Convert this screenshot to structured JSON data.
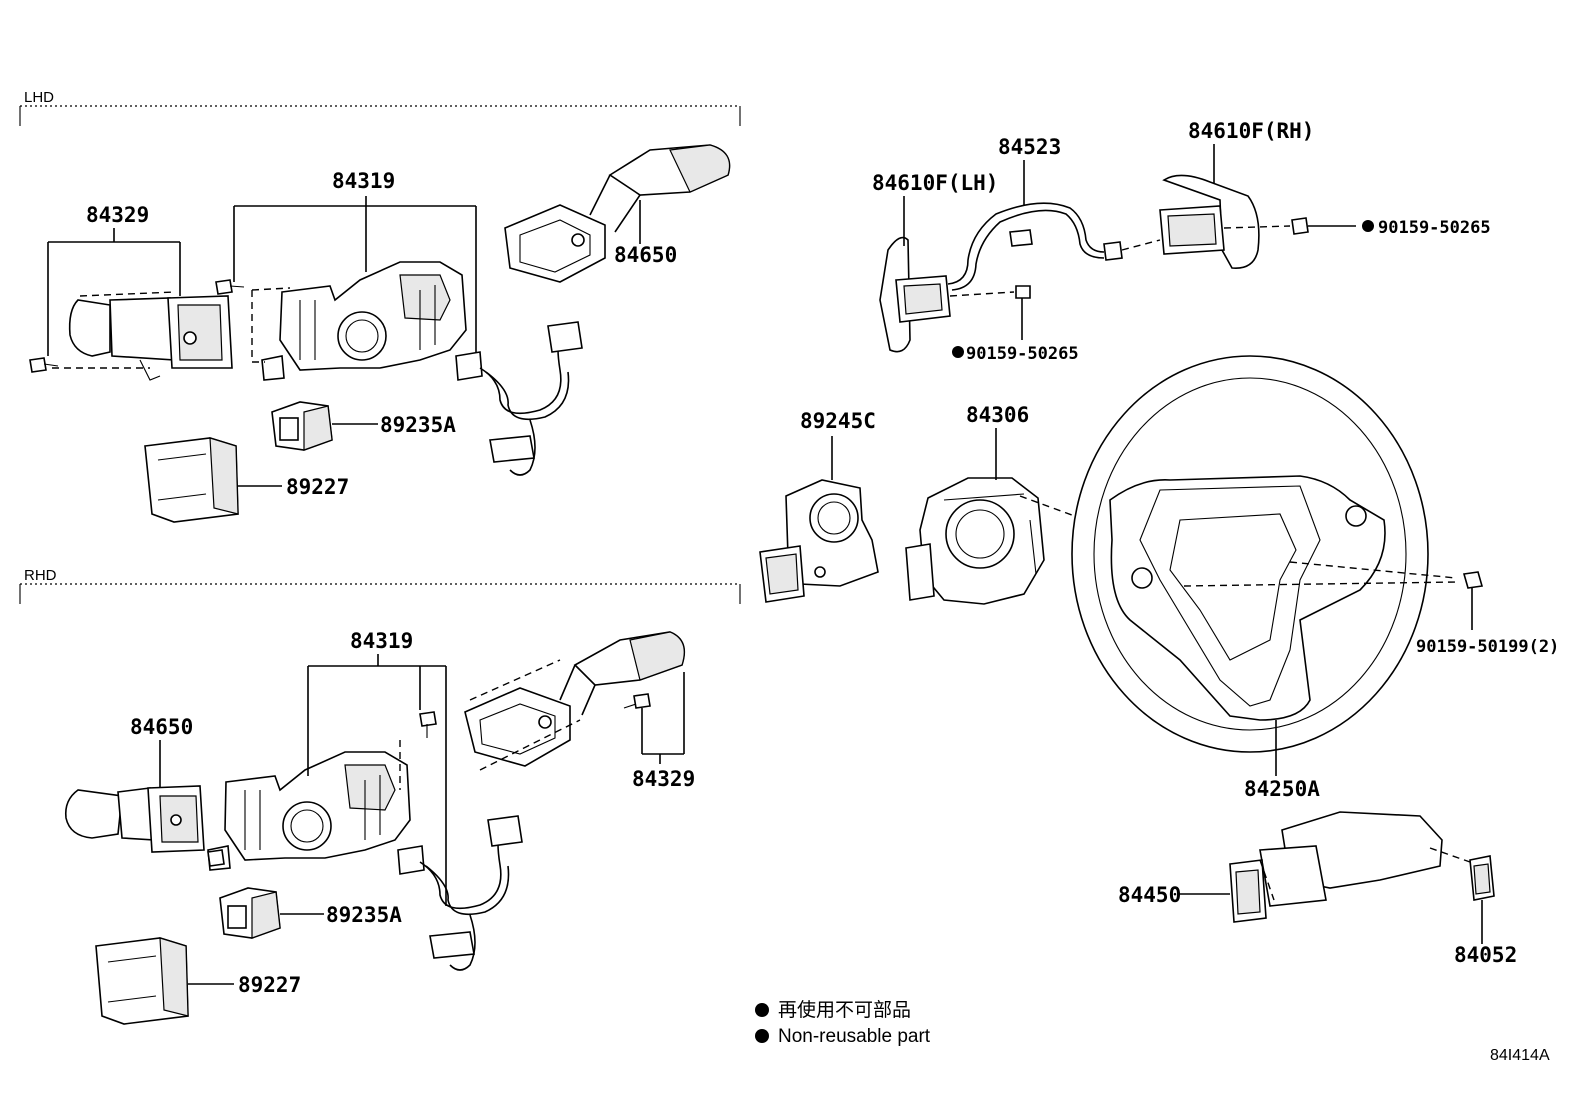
{
  "sections": {
    "lhd": "LHD",
    "rhd": "RHD"
  },
  "parts": {
    "lhd_84329": "84329",
    "lhd_84319": "84319",
    "lhd_84650": "84650",
    "lhd_89235a": "89235A",
    "lhd_89227": "89227",
    "rhd_84319": "84319",
    "rhd_84650": "84650",
    "rhd_84329": "84329",
    "rhd_89235a": "89235A",
    "rhd_89227": "89227",
    "p84610f_lh": "84610F(LH)",
    "p84523": "84523",
    "p84610f_rh": "84610F(RH)",
    "screw_rh": "90159-50265",
    "screw_lh": "90159-50265",
    "p89245c": "89245C",
    "p84306": "84306",
    "screw_wheel": "90159-50199(2)",
    "p84250a": "84250A",
    "p84450": "84450",
    "p84052": "84052"
  },
  "legend": {
    "jp": "再使用不可部品",
    "en": "Non-reusable part"
  },
  "diagram_code": "84I414A"
}
